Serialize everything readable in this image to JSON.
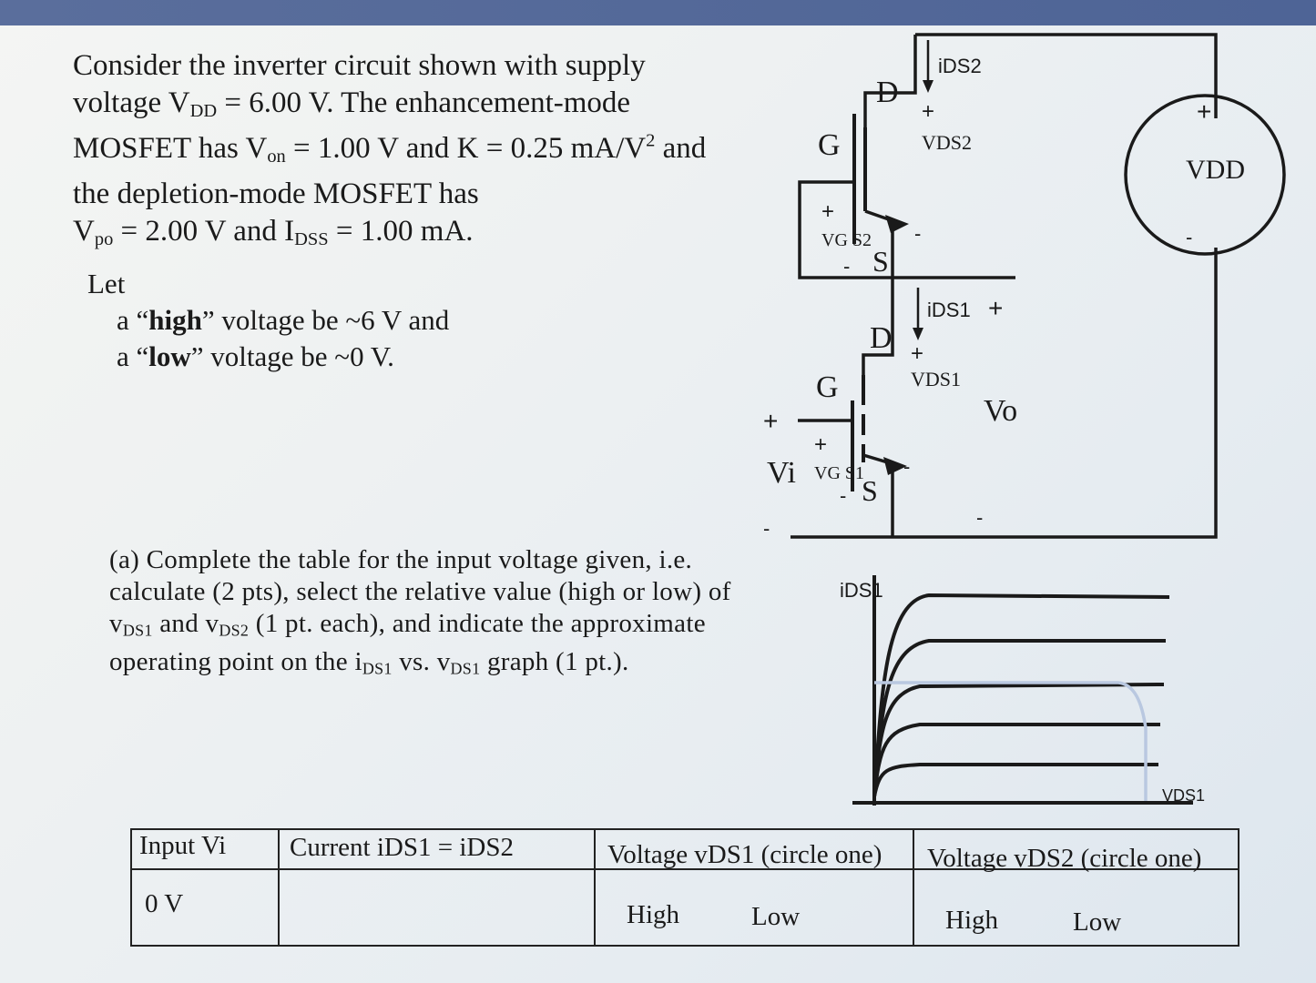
{
  "problem": {
    "line1": "Consider the inverter circuit shown with supply",
    "line2_a": "voltage V",
    "line2_sub": "DD",
    "line2_b": " = 6.00 V. The enhancement-mode",
    "line3_a": "MOSFET has V",
    "line3_sub": "on",
    "line3_b": " = 1.00 V  and K = 0.25 mA/V",
    "line3_sup": "2",
    "line3_c": " and",
    "line4": "the depletion-mode MOSFET has",
    "line5_a": "V",
    "line5_sub": "po",
    "line5_b": " = 2.00 V  and I",
    "line5_sub2": "DSS",
    "line5_c": " = 1.00 mA."
  },
  "let": {
    "heading": "Let",
    "high_pre": "a “",
    "high_bold": "high",
    "high_post": "” voltage be ~6 V and",
    "low_pre": "a “",
    "low_bold": "low",
    "low_post": "” voltage be ~0 V."
  },
  "question": {
    "line1": "(a) Complete the table for the input voltage given, i.e.",
    "line2": "calculate (2 pts), select the relative value (high or low) of",
    "line3_a": "v",
    "line3_sub1": "DS1",
    "line3_b": " and v",
    "line3_sub2": "DS2",
    "line3_c": "  (1 pt. each), and indicate the approximate",
    "line4_a": "operating point on the i",
    "line4_sub1": "DS1",
    "line4_b": " vs. v",
    "line4_sub2": "DS1",
    "line4_c": "  graph (1 pt.)."
  },
  "circuit": {
    "ids2": "iDS2",
    "vds2": "VDS2",
    "d_top": "D",
    "g_top": "G",
    "s_top": "S",
    "vgs2": "VG S2",
    "ids1": "iDS1",
    "vds1": "VDS1",
    "d_bot": "D",
    "g_bot": "G",
    "s_bot": "S",
    "vgs1": "VG S1",
    "vi": "Vi",
    "vo": "Vo",
    "vdd": "VDD",
    "plus": "+",
    "minus": "-"
  },
  "graph": {
    "ylabel": "iDS1",
    "xlabel": "VDS1"
  },
  "table": {
    "headers": [
      "Input Vi",
      "Current iDS1 = iDS2",
      "Voltage vDS1  (circle one)",
      "Voltage vDS2  (circle one)"
    ],
    "input": "0 V",
    "current": "",
    "vds1_high": "High",
    "vds1_low": "Low",
    "vds2_high": "High",
    "vds2_low": "Low"
  }
}
